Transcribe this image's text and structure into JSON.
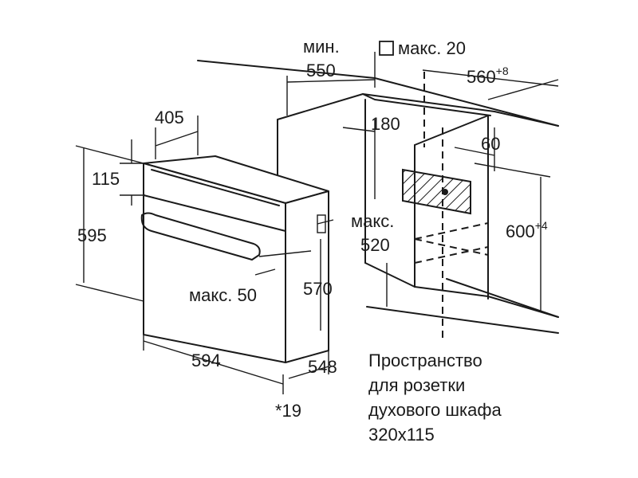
{
  "labels": {
    "min_label": "мин.",
    "dim_550": "550",
    "max20": "макс. 20",
    "dim_560": "560",
    "dim_560_sup": "+8",
    "dim_405": "405",
    "dim_180": "180",
    "dim_60": "60",
    "dim_115": "115",
    "dim_595": "595",
    "max_label": "макс.",
    "dim_520": "520",
    "dim_600": "600",
    "dim_600_sup": "+4",
    "max50": "макс. 50",
    "dim_570": "570",
    "dim_594": "594",
    "dim_548": "548",
    "footnote": "*19"
  },
  "note": {
    "line1": "Пространство",
    "line2": "для розетки",
    "line3": "духового шкафа",
    "line4": "320x115"
  }
}
